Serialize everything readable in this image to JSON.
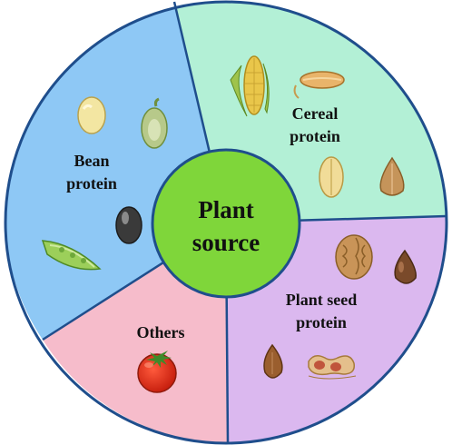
{
  "center": {
    "line1": "Plant",
    "line2": "source",
    "color": "#7fd63a"
  },
  "segments": [
    {
      "id": "bean",
      "label_lines": [
        "Bean",
        "protein"
      ],
      "color": "#8ec8f5",
      "icons": [
        "white-bean-icon",
        "chickpea-icon",
        "black-bean-icon",
        "pea-pod-icon"
      ]
    },
    {
      "id": "cereal",
      "label_lines": [
        "Cereal",
        "protein"
      ],
      "color": "#b3f0d6",
      "icons": [
        "corn-icon",
        "rice-grain-icon",
        "wheat-grain-icon",
        "buckwheat-icon"
      ]
    },
    {
      "id": "seed",
      "label_lines": [
        "Plant seed",
        "protein"
      ],
      "color": "#dbb8ef",
      "icons": [
        "walnut-icon",
        "seed-icon",
        "almond-icon",
        "peanut-icon"
      ]
    },
    {
      "id": "others",
      "label_lines": [
        "Others"
      ],
      "color": "#f6bccb",
      "icons": [
        "tomato-icon"
      ]
    }
  ],
  "outline_color": "#1f4e8c"
}
